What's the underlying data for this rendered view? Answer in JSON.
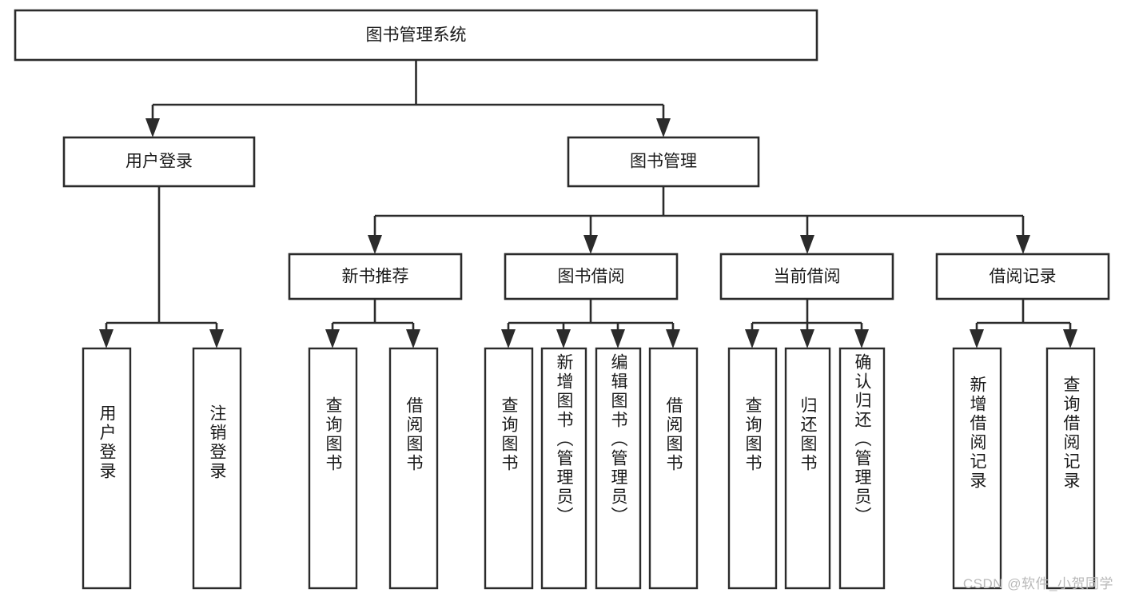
{
  "diagram": {
    "title": "图书管理系统",
    "type": "hierarchy-tree",
    "watermark": "CSDN @软件_小贺同学",
    "colors": {
      "stroke": "#2b2b2b",
      "fill": "#ffffff",
      "text": "#1a1a1a",
      "watermark": "#b9b9b9"
    },
    "root": {
      "label": "图书管理系统"
    },
    "level2": [
      {
        "label": "用户登录"
      },
      {
        "label": "图书管理"
      }
    ],
    "level3": [
      {
        "label": "新书推荐"
      },
      {
        "label": "图书借阅"
      },
      {
        "label": "当前借阅"
      },
      {
        "label": "借阅记录"
      }
    ],
    "leaves": {
      "user_login": [
        {
          "label": "用户登录"
        },
        {
          "label": "注销登录"
        }
      ],
      "new_book_recommend": [
        {
          "label": "查询图书"
        },
        {
          "label": "借阅图书"
        }
      ],
      "book_borrow": [
        {
          "label": "查询图书"
        },
        {
          "label": "新增图书（管理员）"
        },
        {
          "label": "编辑图书（管理员）"
        },
        {
          "label": "借阅图书"
        }
      ],
      "current_borrow": [
        {
          "label": "查询图书"
        },
        {
          "label": "归还图书"
        },
        {
          "label": "确认归还（管理员）"
        }
      ],
      "borrow_record": [
        {
          "label": "新增借阅记录"
        },
        {
          "label": "查询借阅记录"
        }
      ]
    }
  }
}
